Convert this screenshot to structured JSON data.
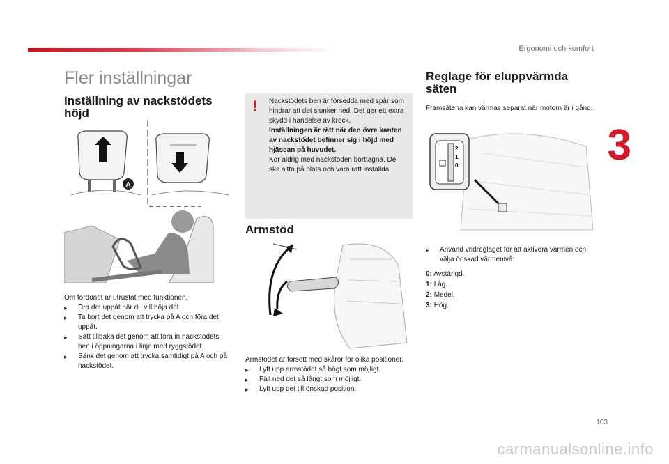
{
  "header": {
    "chapter_title": "Ergonomi och komfort",
    "chapter_number": "3",
    "page_number": "103",
    "watermark": "carmanualsonline.info"
  },
  "title": "Fler inställningar",
  "headrest": {
    "heading": "Inställning av nackstödets höjd",
    "label_a": "A",
    "intro": "Om fordonet är utrustat med funktionen.",
    "steps": [
      "Dra det uppåt när du vill höja det.",
      "Ta bort det genom att trycka på A och föra det uppåt.",
      "Sätt tillbaka det genom att föra in nackstödets ben i öppningarna i linje med ryggstödet.",
      "Sänk det genom att trycka samtidigt på A och på nackstödet."
    ]
  },
  "warning": {
    "mark": "!",
    "text1": "Nackstödets ben är försedda med spår som hindrar att det sjunker ned. Det ger ett extra skydd i händelse av krock.",
    "bold": "Inställningen är rätt när den övre kanten av nackstödet befinner sig i höjd med hjässan på huvudet.",
    "text2": "Kör aldrig med nackstöden borttagna. De ska sitta på plats och vara rätt inställda."
  },
  "armrest": {
    "heading": "Armstöd",
    "intro": "Armstödet är försett med skåror för olika positioner.",
    "steps": [
      "Lyft upp armstödet så högt som möjligt.",
      "Fäll ned det så långt som möjligt.",
      "Lyft upp det till önskad position."
    ]
  },
  "heated": {
    "heading": "Reglage för eluppvärmda säten",
    "intro": "Framsätena kan värmas separat när motorn är i gång.",
    "step": "Använd vridreglaget för att aktivera värmen och välja önskad värmenivå:",
    "dial_labels": [
      "2",
      "1",
      "0"
    ],
    "levels": [
      {
        "key": "0:",
        "label": "Avstängd."
      },
      {
        "key": "1:",
        "label": "Låg."
      },
      {
        "key": "2:",
        "label": "Medel."
      },
      {
        "key": "3:",
        "label": "Hög."
      }
    ]
  }
}
